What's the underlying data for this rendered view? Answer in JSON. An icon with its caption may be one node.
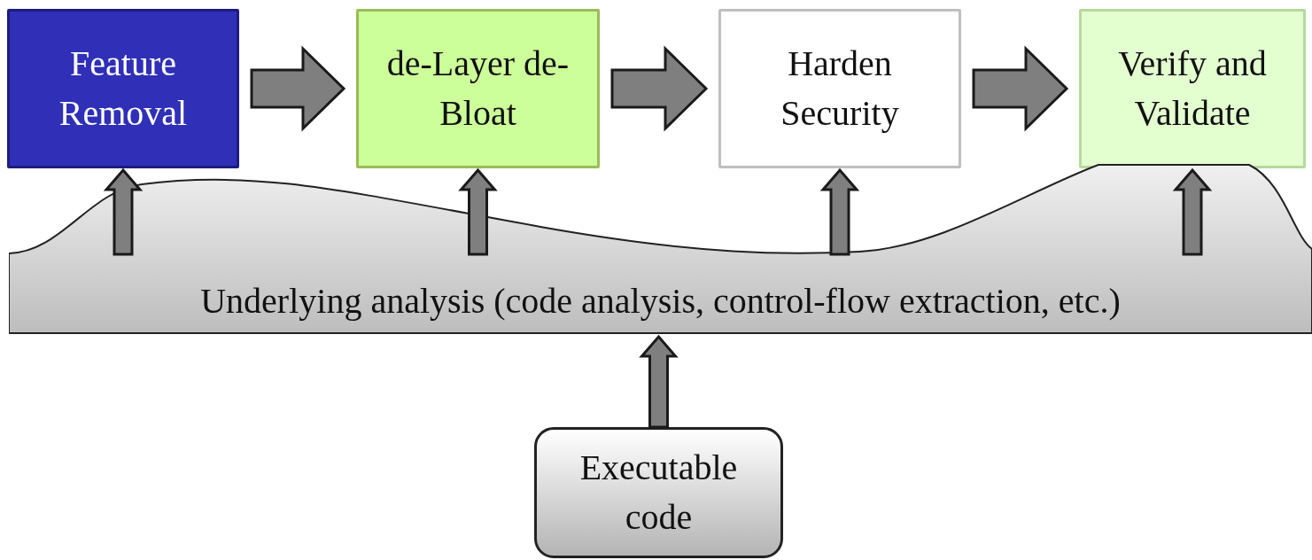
{
  "diagram": {
    "nodes": [
      {
        "text": [
          "Feature Removal"
        ]
      },
      {
        "text": [
          "de-Layer de-Bloat"
        ]
      },
      {
        "text": [
          "Harden Security"
        ]
      },
      {
        "text": [
          "Verify and Validate"
        ]
      },
      {
        "text": [
          "Underlying analysis (code analysis, control-flow extraction, etc.)"
        ]
      },
      {
        "text": [
          "Executable code"
        ]
      }
    ],
    "edges": [
      {
        "from": 0,
        "to": 1,
        "arrow": "to"
      },
      {
        "from": 1,
        "to": 2,
        "arrow": "to"
      },
      {
        "from": 2,
        "to": 3,
        "arrow": "to"
      },
      {
        "from": 4,
        "to": 0,
        "arrow": "to"
      },
      {
        "from": 4,
        "to": 1,
        "arrow": "to"
      },
      {
        "from": 4,
        "to": 2,
        "arrow": "to"
      },
      {
        "from": 4,
        "to": 3,
        "arrow": "to"
      },
      {
        "from": 5,
        "to": 4,
        "arrow": "to"
      }
    ]
  }
}
